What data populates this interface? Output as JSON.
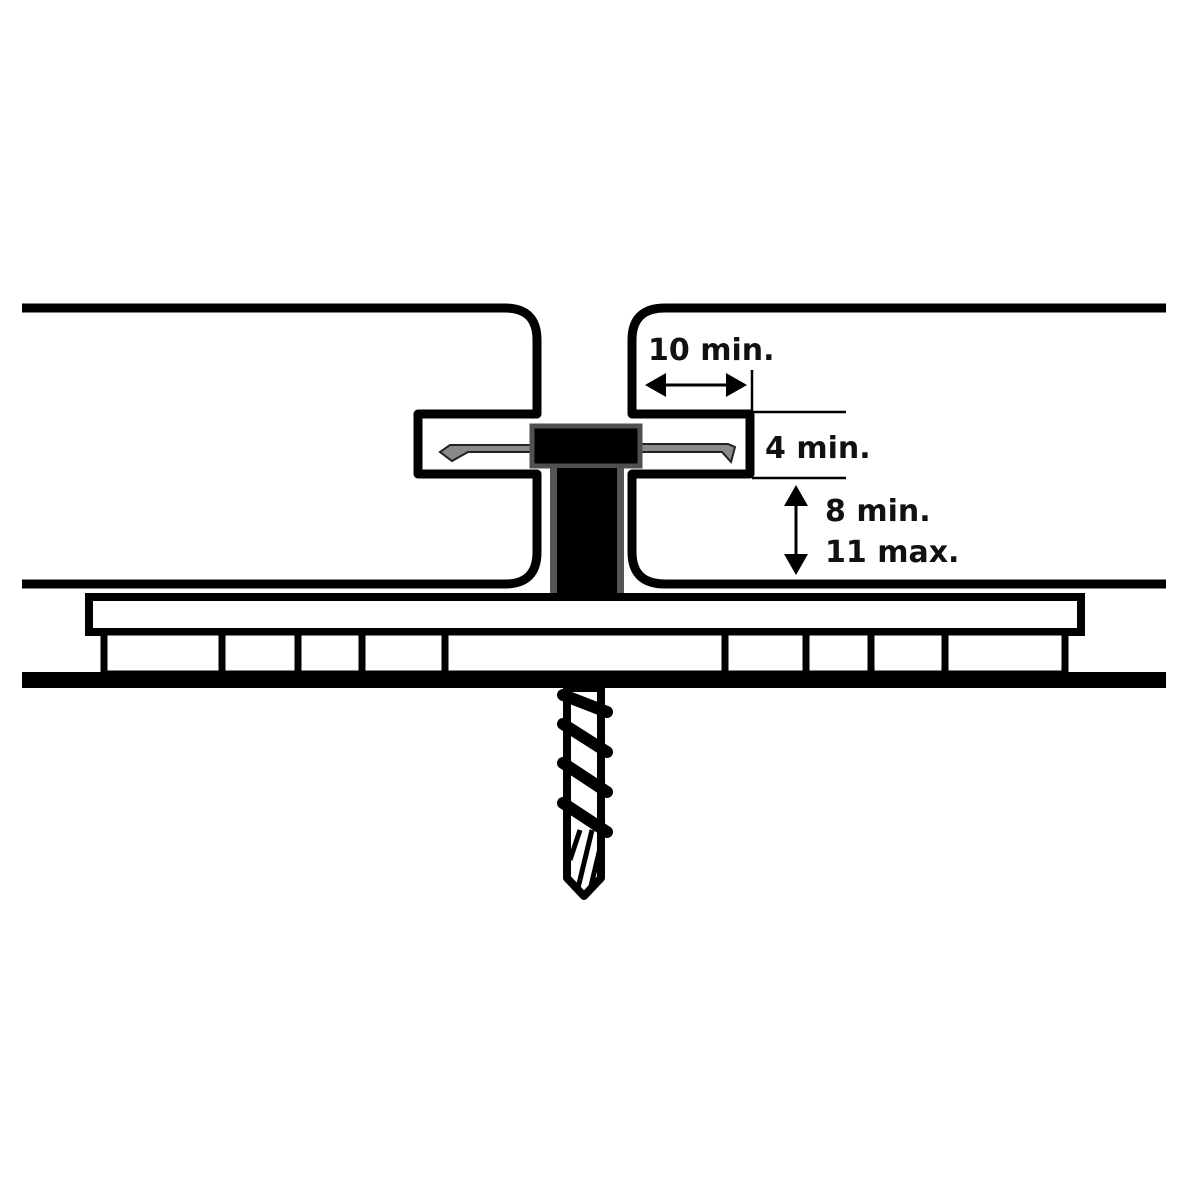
{
  "diagram": {
    "labels": {
      "gap_width": "10 min.",
      "slot_height": "4 min.",
      "clearance_min": "8 min.",
      "clearance_max": "11 max."
    },
    "colors": {
      "line": "#000000",
      "clip_grey": "#8a8a8a",
      "clip_edge": "#505050"
    }
  }
}
